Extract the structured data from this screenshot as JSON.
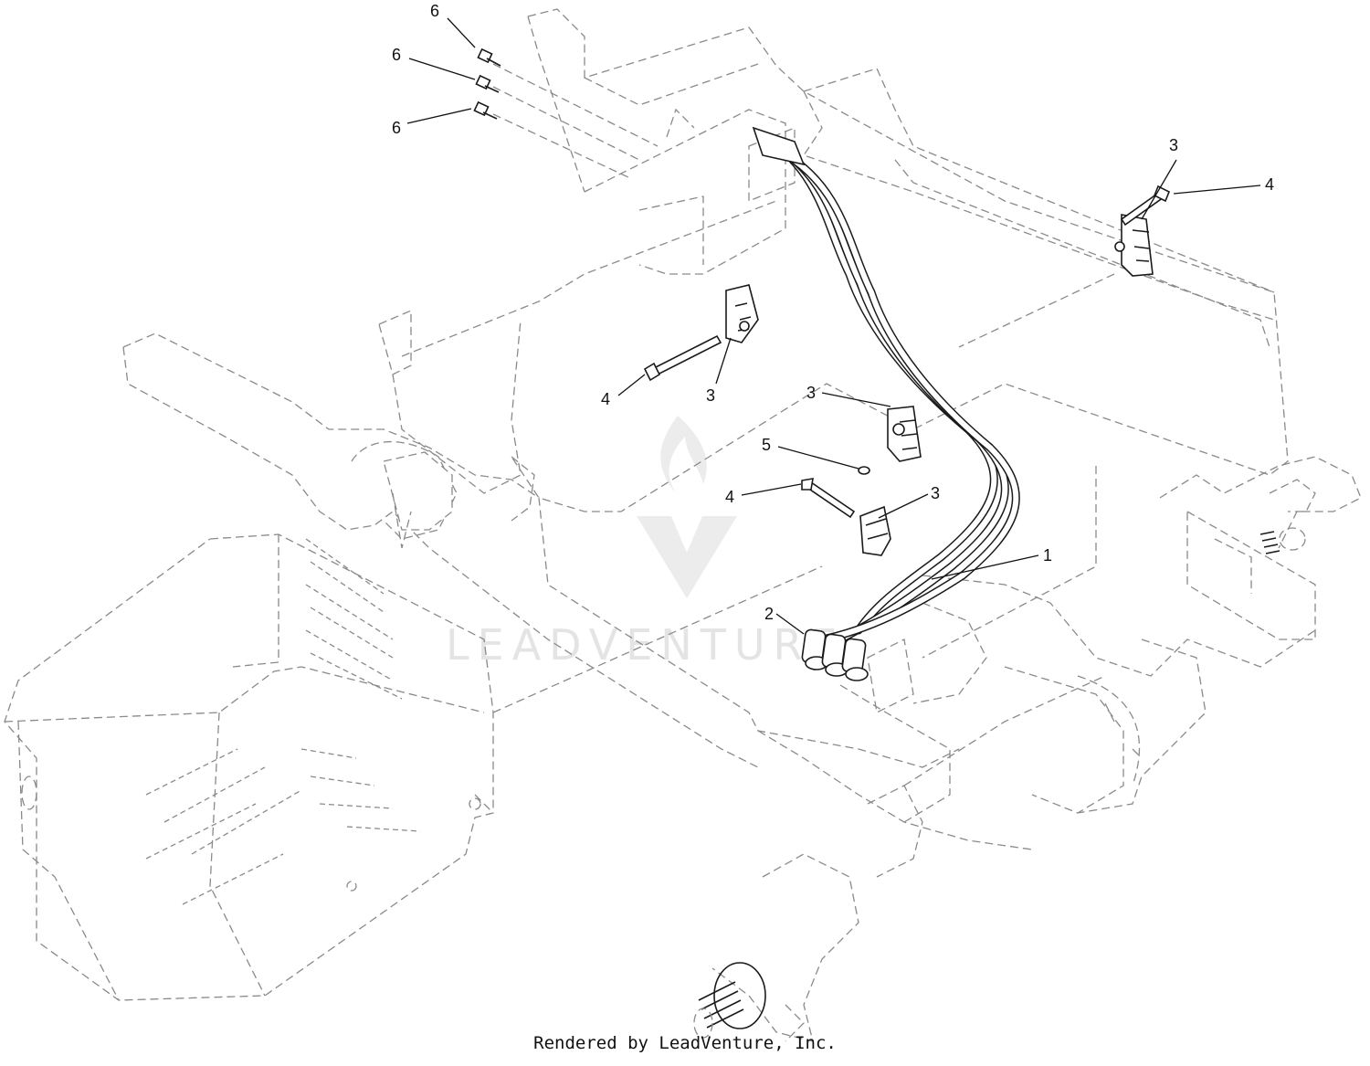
{
  "callouts": {
    "c1": "1",
    "c2": "2",
    "c3a": "3",
    "c3b": "3",
    "c3c": "3",
    "c3d": "3",
    "c4a": "4",
    "c4b": "4",
    "c4c": "4",
    "c5": "5",
    "c6a": "6",
    "c6b": "6",
    "c6c": "6"
  },
  "watermark": {
    "text": "LEADVENTURE"
  },
  "footer": {
    "text": "Rendered by LeadVenture, Inc."
  },
  "colors": {
    "line": "#1a1a1a",
    "ghost": "#8a8a8a",
    "watermark": "#e4e4e4"
  }
}
